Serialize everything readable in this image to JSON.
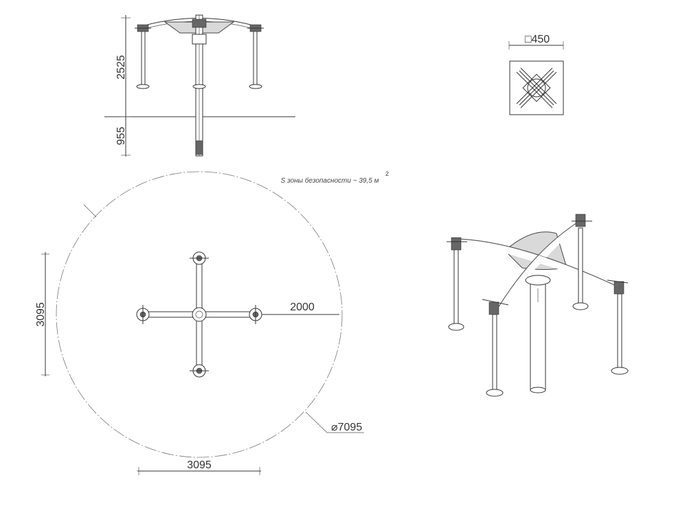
{
  "dimensions": {
    "height_above_ground": "2525",
    "depth_below_ground": "955",
    "base_square": "□450",
    "radius": "2000",
    "half_width_vertical": "3095",
    "half_width_horizontal": "3095",
    "zone_diameter": "⌀7095"
  },
  "notes": {
    "safety_zone_area": "S зоны безопасности ~ 39,5 м",
    "safety_zone_area_unit_sup": "2"
  }
}
